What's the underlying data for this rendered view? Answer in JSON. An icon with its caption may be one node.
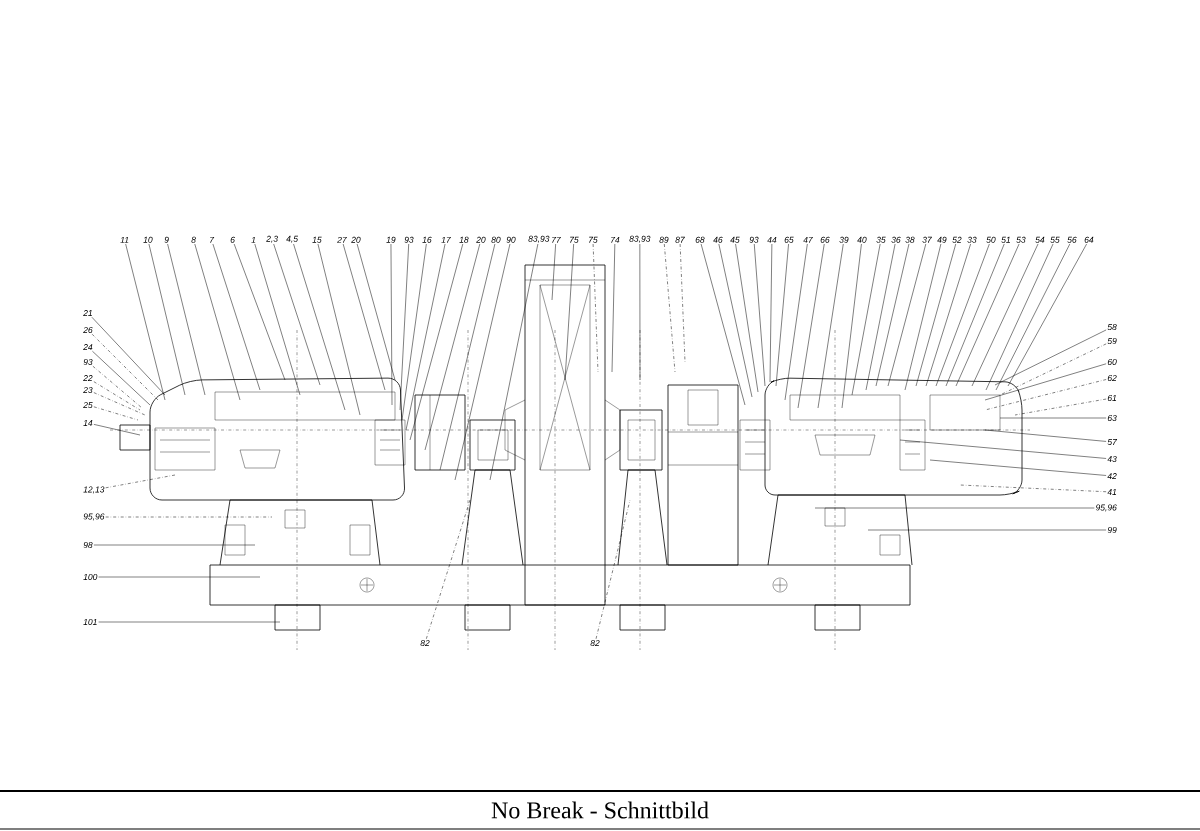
{
  "diagram": {
    "caption": "No Break - Schnittbild",
    "nodes": [
      {
        "text": [
          "11"
        ]
      },
      {
        "text": [
          "10"
        ]
      },
      {
        "text": [
          "9"
        ]
      },
      {
        "text": [
          "8"
        ]
      },
      {
        "text": [
          "7"
        ]
      },
      {
        "text": [
          "6"
        ]
      },
      {
        "text": [
          "1"
        ]
      },
      {
        "text": [
          "2,3"
        ]
      },
      {
        "text": [
          "4,5"
        ]
      },
      {
        "text": [
          "15"
        ]
      },
      {
        "text": [
          "27"
        ]
      },
      {
        "text": [
          "20"
        ]
      },
      {
        "text": [
          "19"
        ]
      },
      {
        "text": [
          "93"
        ]
      },
      {
        "text": [
          "16"
        ]
      },
      {
        "text": [
          "17"
        ]
      },
      {
        "text": [
          "18"
        ]
      },
      {
        "text": [
          "20"
        ]
      },
      {
        "text": [
          "80"
        ]
      },
      {
        "text": [
          "90"
        ]
      },
      {
        "text": [
          "83,93"
        ]
      },
      {
        "text": [
          "77"
        ]
      },
      {
        "text": [
          "75"
        ]
      },
      {
        "text": [
          "75"
        ]
      },
      {
        "text": [
          "74"
        ]
      },
      {
        "text": [
          "83,93"
        ]
      },
      {
        "text": [
          "89"
        ]
      },
      {
        "text": [
          "87"
        ]
      },
      {
        "text": [
          "68"
        ]
      },
      {
        "text": [
          "46"
        ]
      },
      {
        "text": [
          "45"
        ]
      },
      {
        "text": [
          "93"
        ]
      },
      {
        "text": [
          "44"
        ]
      },
      {
        "text": [
          "65"
        ]
      },
      {
        "text": [
          "47"
        ]
      },
      {
        "text": [
          "66"
        ]
      },
      {
        "text": [
          "39"
        ]
      },
      {
        "text": [
          "40"
        ]
      },
      {
        "text": [
          "35"
        ]
      },
      {
        "text": [
          "36"
        ]
      },
      {
        "text": [
          "38"
        ]
      },
      {
        "text": [
          "37"
        ]
      },
      {
        "text": [
          "49"
        ]
      },
      {
        "text": [
          "52"
        ]
      },
      {
        "text": [
          "33"
        ]
      },
      {
        "text": [
          "50"
        ]
      },
      {
        "text": [
          "51"
        ]
      },
      {
        "text": [
          "53"
        ]
      },
      {
        "text": [
          "54"
        ]
      },
      {
        "text": [
          "55"
        ]
      },
      {
        "text": [
          "56"
        ]
      },
      {
        "text": [
          "64"
        ]
      },
      {
        "text": [
          "21"
        ]
      },
      {
        "text": [
          "26"
        ]
      },
      {
        "text": [
          "24"
        ]
      },
      {
        "text": [
          "93"
        ]
      },
      {
        "text": [
          "22"
        ]
      },
      {
        "text": [
          "23"
        ]
      },
      {
        "text": [
          "25"
        ]
      },
      {
        "text": [
          "14"
        ]
      },
      {
        "text": [
          "12,13"
        ]
      },
      {
        "text": [
          "95,96"
        ]
      },
      {
        "text": [
          "98"
        ]
      },
      {
        "text": [
          "100"
        ]
      },
      {
        "text": [
          "101"
        ]
      },
      {
        "text": [
          "58"
        ]
      },
      {
        "text": [
          "59"
        ]
      },
      {
        "text": [
          "60"
        ]
      },
      {
        "text": [
          "62"
        ]
      },
      {
        "text": [
          "61"
        ]
      },
      {
        "text": [
          "63"
        ]
      },
      {
        "text": [
          "57"
        ]
      },
      {
        "text": [
          "43"
        ]
      },
      {
        "text": [
          "42"
        ]
      },
      {
        "text": [
          "41"
        ]
      },
      {
        "text": [
          "95,96"
        ]
      },
      {
        "text": [
          "99"
        ]
      },
      {
        "text": [
          "82"
        ]
      },
      {
        "text": [
          "82"
        ]
      }
    ],
    "edges": [
      {
        "from": 0,
        "to": null,
        "arrow": "none"
      },
      {
        "from": 1,
        "to": null,
        "arrow": "none"
      },
      {
        "from": 2,
        "to": null,
        "arrow": "none"
      },
      {
        "from": 3,
        "to": null,
        "arrow": "none"
      },
      {
        "from": 4,
        "to": null,
        "arrow": "none"
      },
      {
        "from": 5,
        "to": null,
        "arrow": "none"
      },
      {
        "from": 6,
        "to": null,
        "arrow": "none"
      },
      {
        "from": 7,
        "to": null,
        "arrow": "none"
      },
      {
        "from": 8,
        "to": null,
        "arrow": "none"
      },
      {
        "from": 9,
        "to": null,
        "arrow": "none"
      },
      {
        "from": 10,
        "to": null,
        "arrow": "none"
      },
      {
        "from": 11,
        "to": null,
        "arrow": "none"
      },
      {
        "from": 12,
        "to": null,
        "arrow": "none"
      },
      {
        "from": 13,
        "to": null,
        "arrow": "none"
      },
      {
        "from": 14,
        "to": null,
        "arrow": "none"
      },
      {
        "from": 15,
        "to": null,
        "arrow": "none"
      },
      {
        "from": 16,
        "to": null,
        "arrow": "none"
      },
      {
        "from": 17,
        "to": null,
        "arrow": "none"
      },
      {
        "from": 18,
        "to": null,
        "arrow": "none"
      },
      {
        "from": 19,
        "to": null,
        "arrow": "none"
      },
      {
        "from": 20,
        "to": null,
        "arrow": "none"
      },
      {
        "from": 21,
        "to": null,
        "arrow": "none"
      },
      {
        "from": 22,
        "to": null,
        "arrow": "none"
      },
      {
        "from": 23,
        "to": null,
        "arrow": "none",
        "style": "dashed"
      },
      {
        "from": 24,
        "to": null,
        "arrow": "none"
      },
      {
        "from": 25,
        "to": null,
        "arrow": "none"
      },
      {
        "from": 26,
        "to": null,
        "arrow": "none",
        "style": "dashed"
      },
      {
        "from": 27,
        "to": null,
        "arrow": "none",
        "style": "dashed"
      },
      {
        "from": 28,
        "to": null,
        "arrow": "none"
      },
      {
        "from": 29,
        "to": null,
        "arrow": "none"
      },
      {
        "from": 30,
        "to": null,
        "arrow": "none"
      },
      {
        "from": 31,
        "to": null,
        "arrow": "none"
      },
      {
        "from": 32,
        "to": null,
        "arrow": "none"
      },
      {
        "from": 33,
        "to": null,
        "arrow": "none"
      },
      {
        "from": 34,
        "to": null,
        "arrow": "none"
      },
      {
        "from": 35,
        "to": null,
        "arrow": "none"
      },
      {
        "from": 36,
        "to": null,
        "arrow": "none"
      },
      {
        "from": 37,
        "to": null,
        "arrow": "none"
      },
      {
        "from": 38,
        "to": null,
        "arrow": "none"
      },
      {
        "from": 39,
        "to": null,
        "arrow": "none"
      },
      {
        "from": 40,
        "to": null,
        "arrow": "none"
      },
      {
        "from": 41,
        "to": null,
        "arrow": "none"
      },
      {
        "from": 42,
        "to": null,
        "arrow": "none"
      },
      {
        "from": 43,
        "to": null,
        "arrow": "none"
      },
      {
        "from": 44,
        "to": null,
        "arrow": "none"
      },
      {
        "from": 45,
        "to": null,
        "arrow": "none"
      },
      {
        "from": 46,
        "to": null,
        "arrow": "none"
      },
      {
        "from": 47,
        "to": null,
        "arrow": "none"
      },
      {
        "from": 48,
        "to": null,
        "arrow": "none"
      },
      {
        "from": 49,
        "to": null,
        "arrow": "none"
      },
      {
        "from": 50,
        "to": null,
        "arrow": "none"
      },
      {
        "from": 51,
        "to": null,
        "arrow": "none"
      },
      {
        "from": 52,
        "to": null,
        "arrow": "none"
      },
      {
        "from": 53,
        "to": null,
        "arrow": "none",
        "style": "dashed"
      },
      {
        "from": 54,
        "to": null,
        "arrow": "none"
      },
      {
        "from": 55,
        "to": null,
        "arrow": "none",
        "style": "dashed"
      },
      {
        "from": 56,
        "to": null,
        "arrow": "none",
        "style": "dashed"
      },
      {
        "from": 57,
        "to": null,
        "arrow": "none",
        "style": "dashed"
      },
      {
        "from": 58,
        "to": null,
        "arrow": "none",
        "style": "dashed"
      },
      {
        "from": 59,
        "to": null,
        "arrow": "none"
      },
      {
        "from": 60,
        "to": null,
        "arrow": "none",
        "style": "dashed"
      },
      {
        "from": 61,
        "to": null,
        "arrow": "none",
        "style": "dashed"
      },
      {
        "from": 62,
        "to": null,
        "arrow": "none"
      },
      {
        "from": 63,
        "to": null,
        "arrow": "none"
      },
      {
        "from": 64,
        "to": null,
        "arrow": "none"
      },
      {
        "from": 65,
        "to": null,
        "arrow": "none"
      },
      {
        "from": 66,
        "to": null,
        "arrow": "none",
        "style": "dashed"
      },
      {
        "from": 67,
        "to": null,
        "arrow": "none"
      },
      {
        "from": 68,
        "to": null,
        "arrow": "none",
        "style": "dashed"
      },
      {
        "from": 69,
        "to": null,
        "arrow": "none",
        "style": "dashed"
      },
      {
        "from": 70,
        "to": null,
        "arrow": "none"
      },
      {
        "from": 71,
        "to": null,
        "arrow": "none"
      },
      {
        "from": 72,
        "to": null,
        "arrow": "none"
      },
      {
        "from": 73,
        "to": null,
        "arrow": "none"
      },
      {
        "from": 74,
        "to": null,
        "arrow": "none",
        "style": "dashed"
      },
      {
        "from": 75,
        "to": null,
        "arrow": "none"
      },
      {
        "from": 76,
        "to": null,
        "arrow": "none"
      },
      {
        "from": 77,
        "to": null,
        "arrow": "none",
        "style": "dashed"
      },
      {
        "from": 78,
        "to": null,
        "arrow": "none",
        "style": "dashed"
      }
    ]
  }
}
